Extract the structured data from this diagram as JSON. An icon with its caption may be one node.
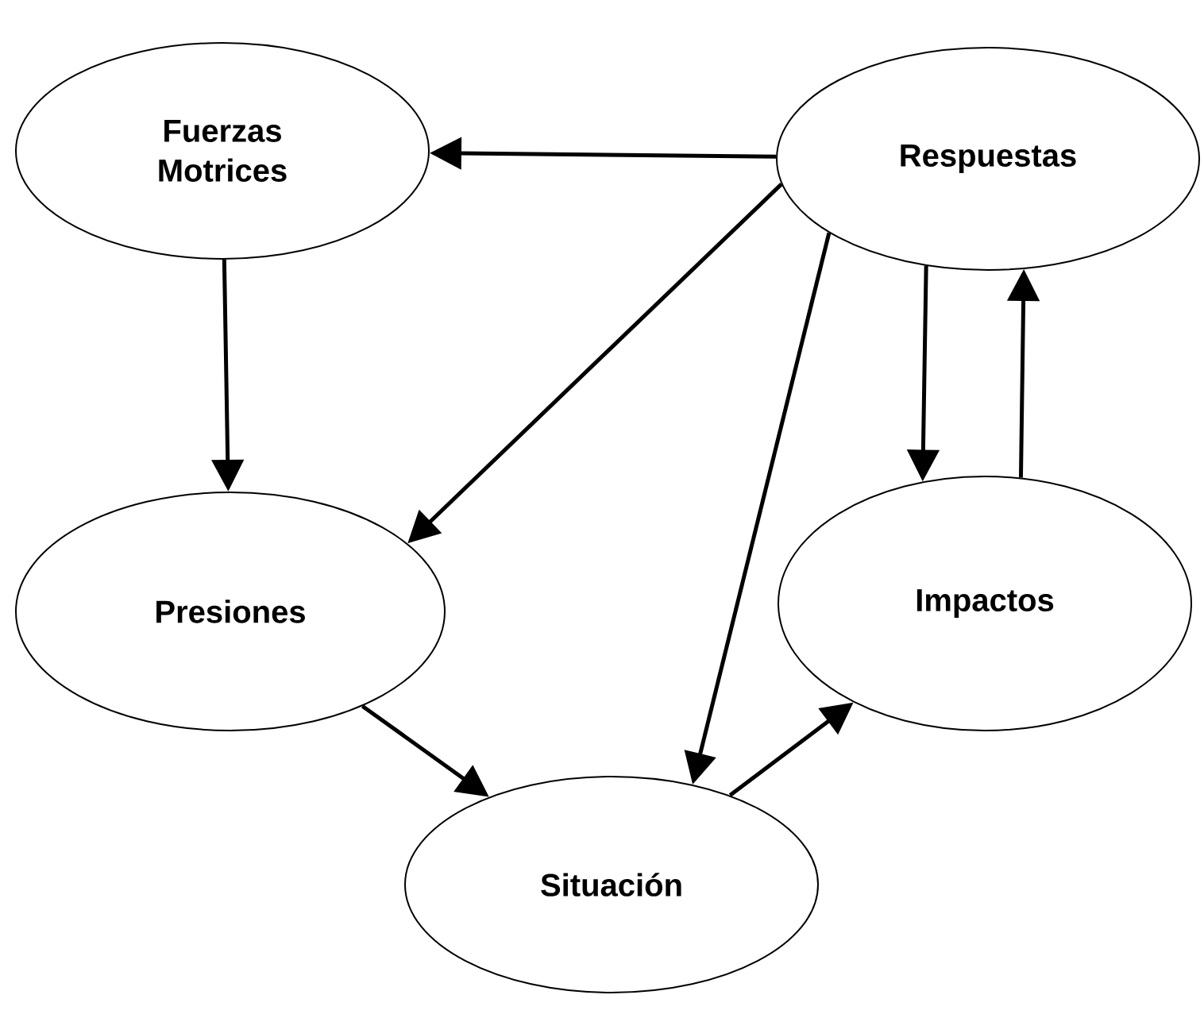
{
  "diagram": {
    "nodes": [
      {
        "text": [
          "Fuerzas Motrices"
        ]
      },
      {
        "text": [
          "Respuestas"
        ]
      },
      {
        "text": [
          "Presiones"
        ]
      },
      {
        "text": [
          "Impactos"
        ]
      },
      {
        "text": [
          "Situación"
        ]
      }
    ],
    "edges": [
      {
        "from": 1,
        "to": 0,
        "arrow": "to"
      },
      {
        "from": 0,
        "to": 2,
        "arrow": "to"
      },
      {
        "from": 1,
        "to": 2,
        "arrow": "to"
      },
      {
        "from": 1,
        "to": 4,
        "arrow": "to"
      },
      {
        "from": 1,
        "to": 3,
        "arrow": "to"
      },
      {
        "from": 3,
        "to": 1,
        "arrow": "to"
      },
      {
        "from": 2,
        "to": 4,
        "arrow": "to"
      },
      {
        "from": 4,
        "to": 3,
        "arrow": "to"
      }
    ]
  }
}
